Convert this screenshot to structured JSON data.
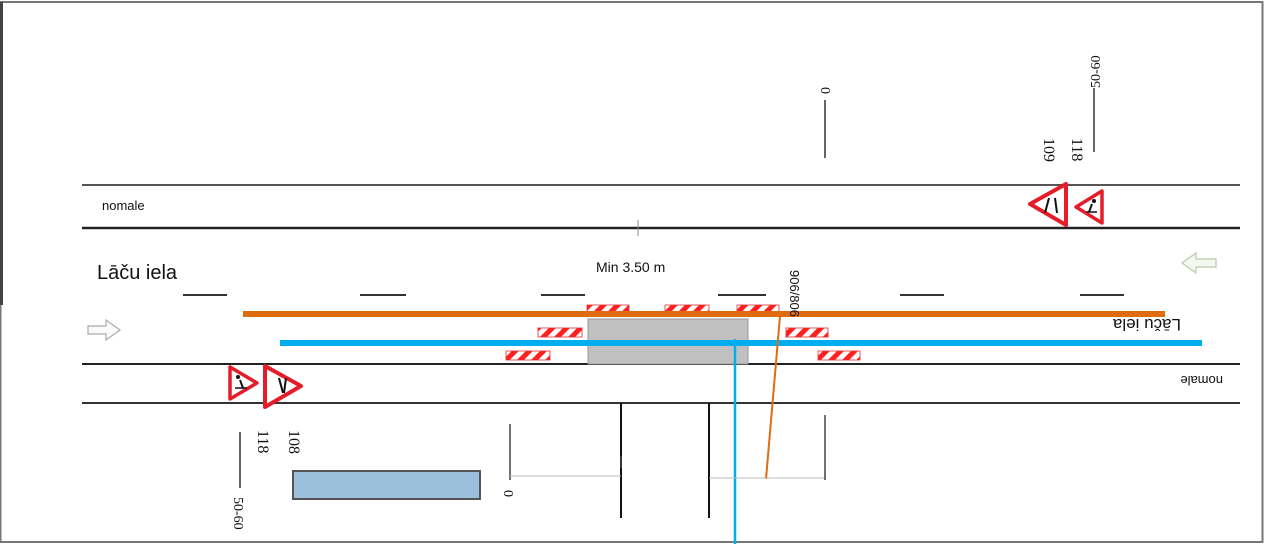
{
  "street": {
    "name_left": "Lāču  iela",
    "name_right": "Lāču iela"
  },
  "verges": {
    "top_label": "nomale",
    "bottom_label": "nomale"
  },
  "clearance": {
    "label": "Min 3.50 m"
  },
  "pipe": {
    "label": "906/806"
  },
  "signs": {
    "top": {
      "code_narrowing": "109",
      "code_roadworks": "118",
      "distance": "50-60",
      "zero": "0"
    },
    "bottom": {
      "code_narrowing": "108",
      "code_roadworks": "118",
      "distance": "50-60",
      "zero": "0"
    }
  },
  "colors": {
    "orange_line": "#e06c10",
    "blue_line": "#00aeef",
    "work_zone": "#c0c0c0",
    "barrier_red": "#ff2020",
    "sign_red": "#e51d2a",
    "container_fill": "#9ac0dc"
  }
}
